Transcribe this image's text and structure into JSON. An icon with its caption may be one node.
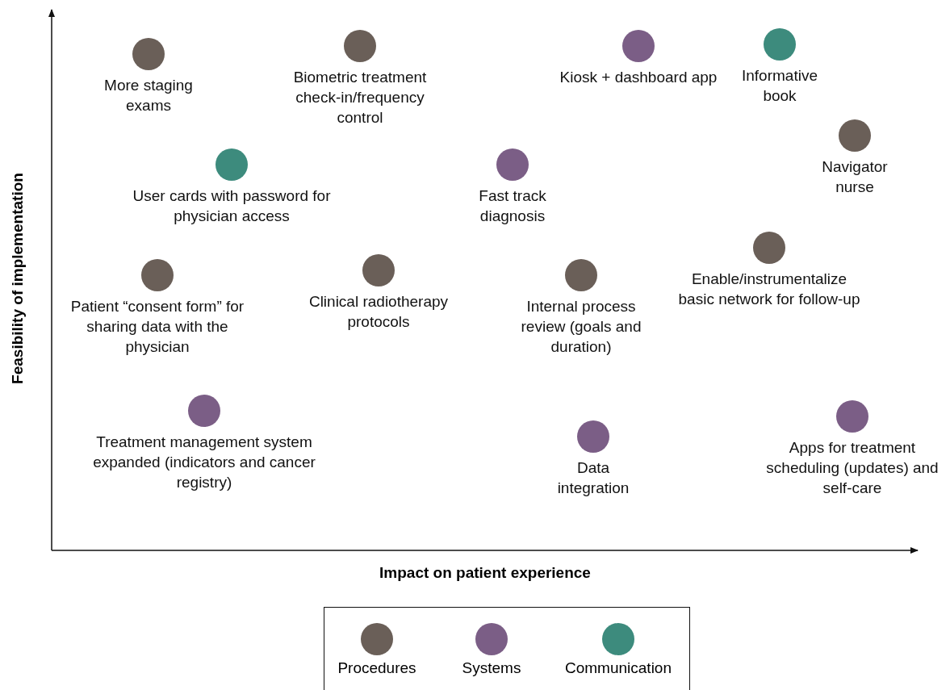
{
  "diagram": {
    "nodes": [
      {
        "text": [
          "More staging exams"
        ]
      },
      {
        "text": [
          "Biometric treatment check-in/frequency control"
        ]
      },
      {
        "text": [
          "Kiosk + dashboard app"
        ]
      },
      {
        "text": [
          "Informative book"
        ]
      },
      {
        "text": [
          "Navigator nurse"
        ]
      },
      {
        "text": [
          "User cards with password for physician access"
        ]
      },
      {
        "text": [
          "Fast track diagnosis"
        ]
      },
      {
        "text": [
          "Enable/instrumentalize basic network for follow-up"
        ]
      },
      {
        "text": [
          "Patient “consent form” for sharing data with the physician"
        ]
      },
      {
        "text": [
          "Clinical radiotherapy protocols"
        ]
      },
      {
        "text": [
          "Internal process review (goals and duration)"
        ]
      },
      {
        "text": [
          "Treatment management system expanded (indicators and cancer registry)"
        ]
      },
      {
        "text": [
          "Data integration"
        ]
      },
      {
        "text": [
          "Apps for treatment scheduling (updates) and self-care"
        ]
      }
    ],
    "edges": [],
    "labels": [
      "Feasibility of implementation",
      "Impact on patient experience"
    ],
    "legend": [
      {
        "text": "Procedures",
        "color": "#6a5f58"
      },
      {
        "text": "Systems",
        "color": "#7b5e86"
      },
      {
        "text": "Communication",
        "color": "#3d8b7d"
      }
    ]
  }
}
